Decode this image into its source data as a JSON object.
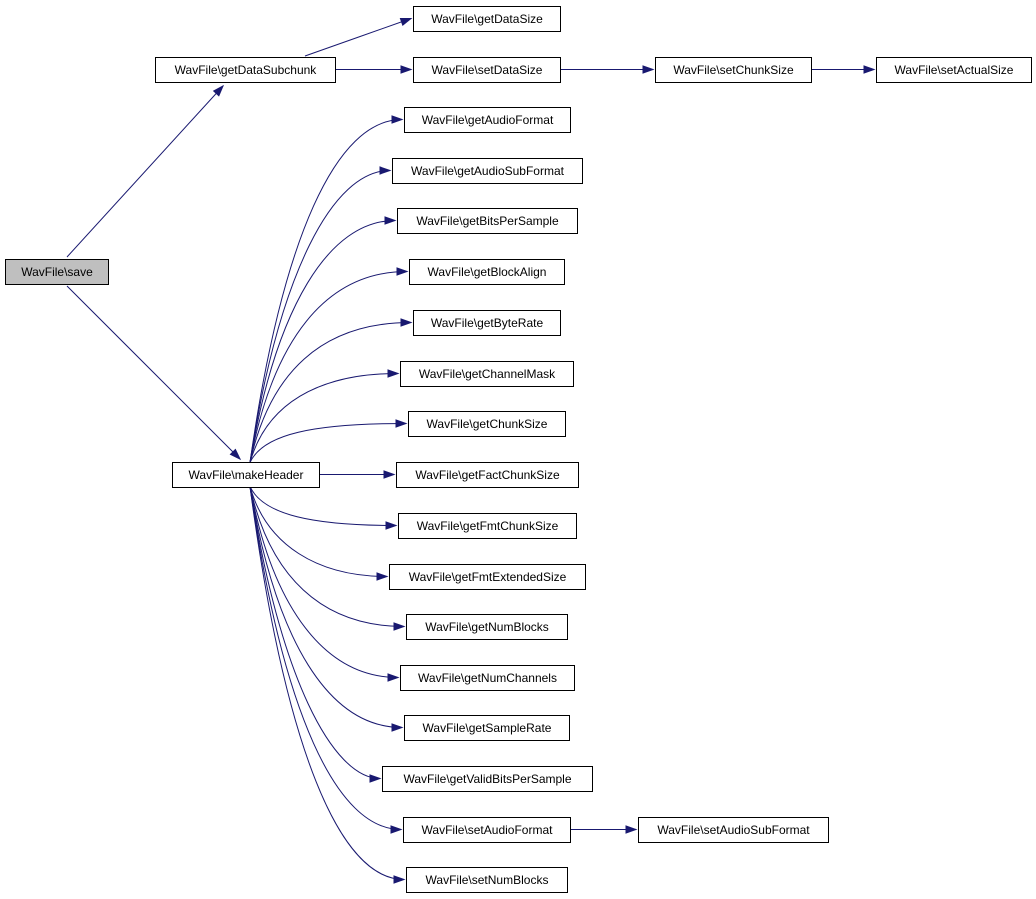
{
  "diagram": {
    "type": "call-graph",
    "edge_color": "#191970",
    "root_fill": "#bfbfbf",
    "nodes": [
      {
        "id": "save",
        "label": "WavFile\\save",
        "root": true
      },
      {
        "id": "getDataSubchunk",
        "label": "WavFile\\getDataSubchunk"
      },
      {
        "id": "makeHeader",
        "label": "WavFile\\makeHeader"
      },
      {
        "id": "getDataSize",
        "label": "WavFile\\getDataSize"
      },
      {
        "id": "setDataSize",
        "label": "WavFile\\setDataSize"
      },
      {
        "id": "setChunkSize",
        "label": "WavFile\\setChunkSize"
      },
      {
        "id": "setActualSize",
        "label": "WavFile\\setActualSize"
      },
      {
        "id": "getAudioFormat",
        "label": "WavFile\\getAudioFormat"
      },
      {
        "id": "getAudioSubFormat",
        "label": "WavFile\\getAudioSubFormat"
      },
      {
        "id": "getBitsPerSample",
        "label": "WavFile\\getBitsPerSample"
      },
      {
        "id": "getBlockAlign",
        "label": "WavFile\\getBlockAlign"
      },
      {
        "id": "getByteRate",
        "label": "WavFile\\getByteRate"
      },
      {
        "id": "getChannelMask",
        "label": "WavFile\\getChannelMask"
      },
      {
        "id": "getChunkSize",
        "label": "WavFile\\getChunkSize"
      },
      {
        "id": "getFactChunkSize",
        "label": "WavFile\\getFactChunkSize"
      },
      {
        "id": "getFmtChunkSize",
        "label": "WavFile\\getFmtChunkSize"
      },
      {
        "id": "getFmtExtendedSize",
        "label": "WavFile\\getFmtExtendedSize"
      },
      {
        "id": "getNumBlocks",
        "label": "WavFile\\getNumBlocks"
      },
      {
        "id": "getNumChannels",
        "label": "WavFile\\getNumChannels"
      },
      {
        "id": "getSampleRate",
        "label": "WavFile\\getSampleRate"
      },
      {
        "id": "getValidBitsPerSample",
        "label": "WavFile\\getValidBitsPerSample"
      },
      {
        "id": "setAudioFormat",
        "label": "WavFile\\setAudioFormat"
      },
      {
        "id": "setAudioSubFormat",
        "label": "WavFile\\setAudioSubFormat"
      },
      {
        "id": "setNumBlocks",
        "label": "WavFile\\setNumBlocks"
      }
    ],
    "edges": [
      {
        "from": "save",
        "to": "getDataSubchunk"
      },
      {
        "from": "save",
        "to": "makeHeader"
      },
      {
        "from": "getDataSubchunk",
        "to": "getDataSize"
      },
      {
        "from": "getDataSubchunk",
        "to": "setDataSize"
      },
      {
        "from": "setDataSize",
        "to": "setChunkSize"
      },
      {
        "from": "setChunkSize",
        "to": "setActualSize"
      },
      {
        "from": "makeHeader",
        "to": "getAudioFormat"
      },
      {
        "from": "makeHeader",
        "to": "getAudioSubFormat"
      },
      {
        "from": "makeHeader",
        "to": "getBitsPerSample"
      },
      {
        "from": "makeHeader",
        "to": "getBlockAlign"
      },
      {
        "from": "makeHeader",
        "to": "getByteRate"
      },
      {
        "from": "makeHeader",
        "to": "getChannelMask"
      },
      {
        "from": "makeHeader",
        "to": "getChunkSize"
      },
      {
        "from": "makeHeader",
        "to": "getFactChunkSize"
      },
      {
        "from": "makeHeader",
        "to": "getFmtChunkSize"
      },
      {
        "from": "makeHeader",
        "to": "getFmtExtendedSize"
      },
      {
        "from": "makeHeader",
        "to": "getNumBlocks"
      },
      {
        "from": "makeHeader",
        "to": "getNumChannels"
      },
      {
        "from": "makeHeader",
        "to": "getSampleRate"
      },
      {
        "from": "makeHeader",
        "to": "getValidBitsPerSample"
      },
      {
        "from": "makeHeader",
        "to": "setAudioFormat"
      },
      {
        "from": "makeHeader",
        "to": "setNumBlocks"
      },
      {
        "from": "setAudioFormat",
        "to": "setAudioSubFormat"
      }
    ]
  }
}
